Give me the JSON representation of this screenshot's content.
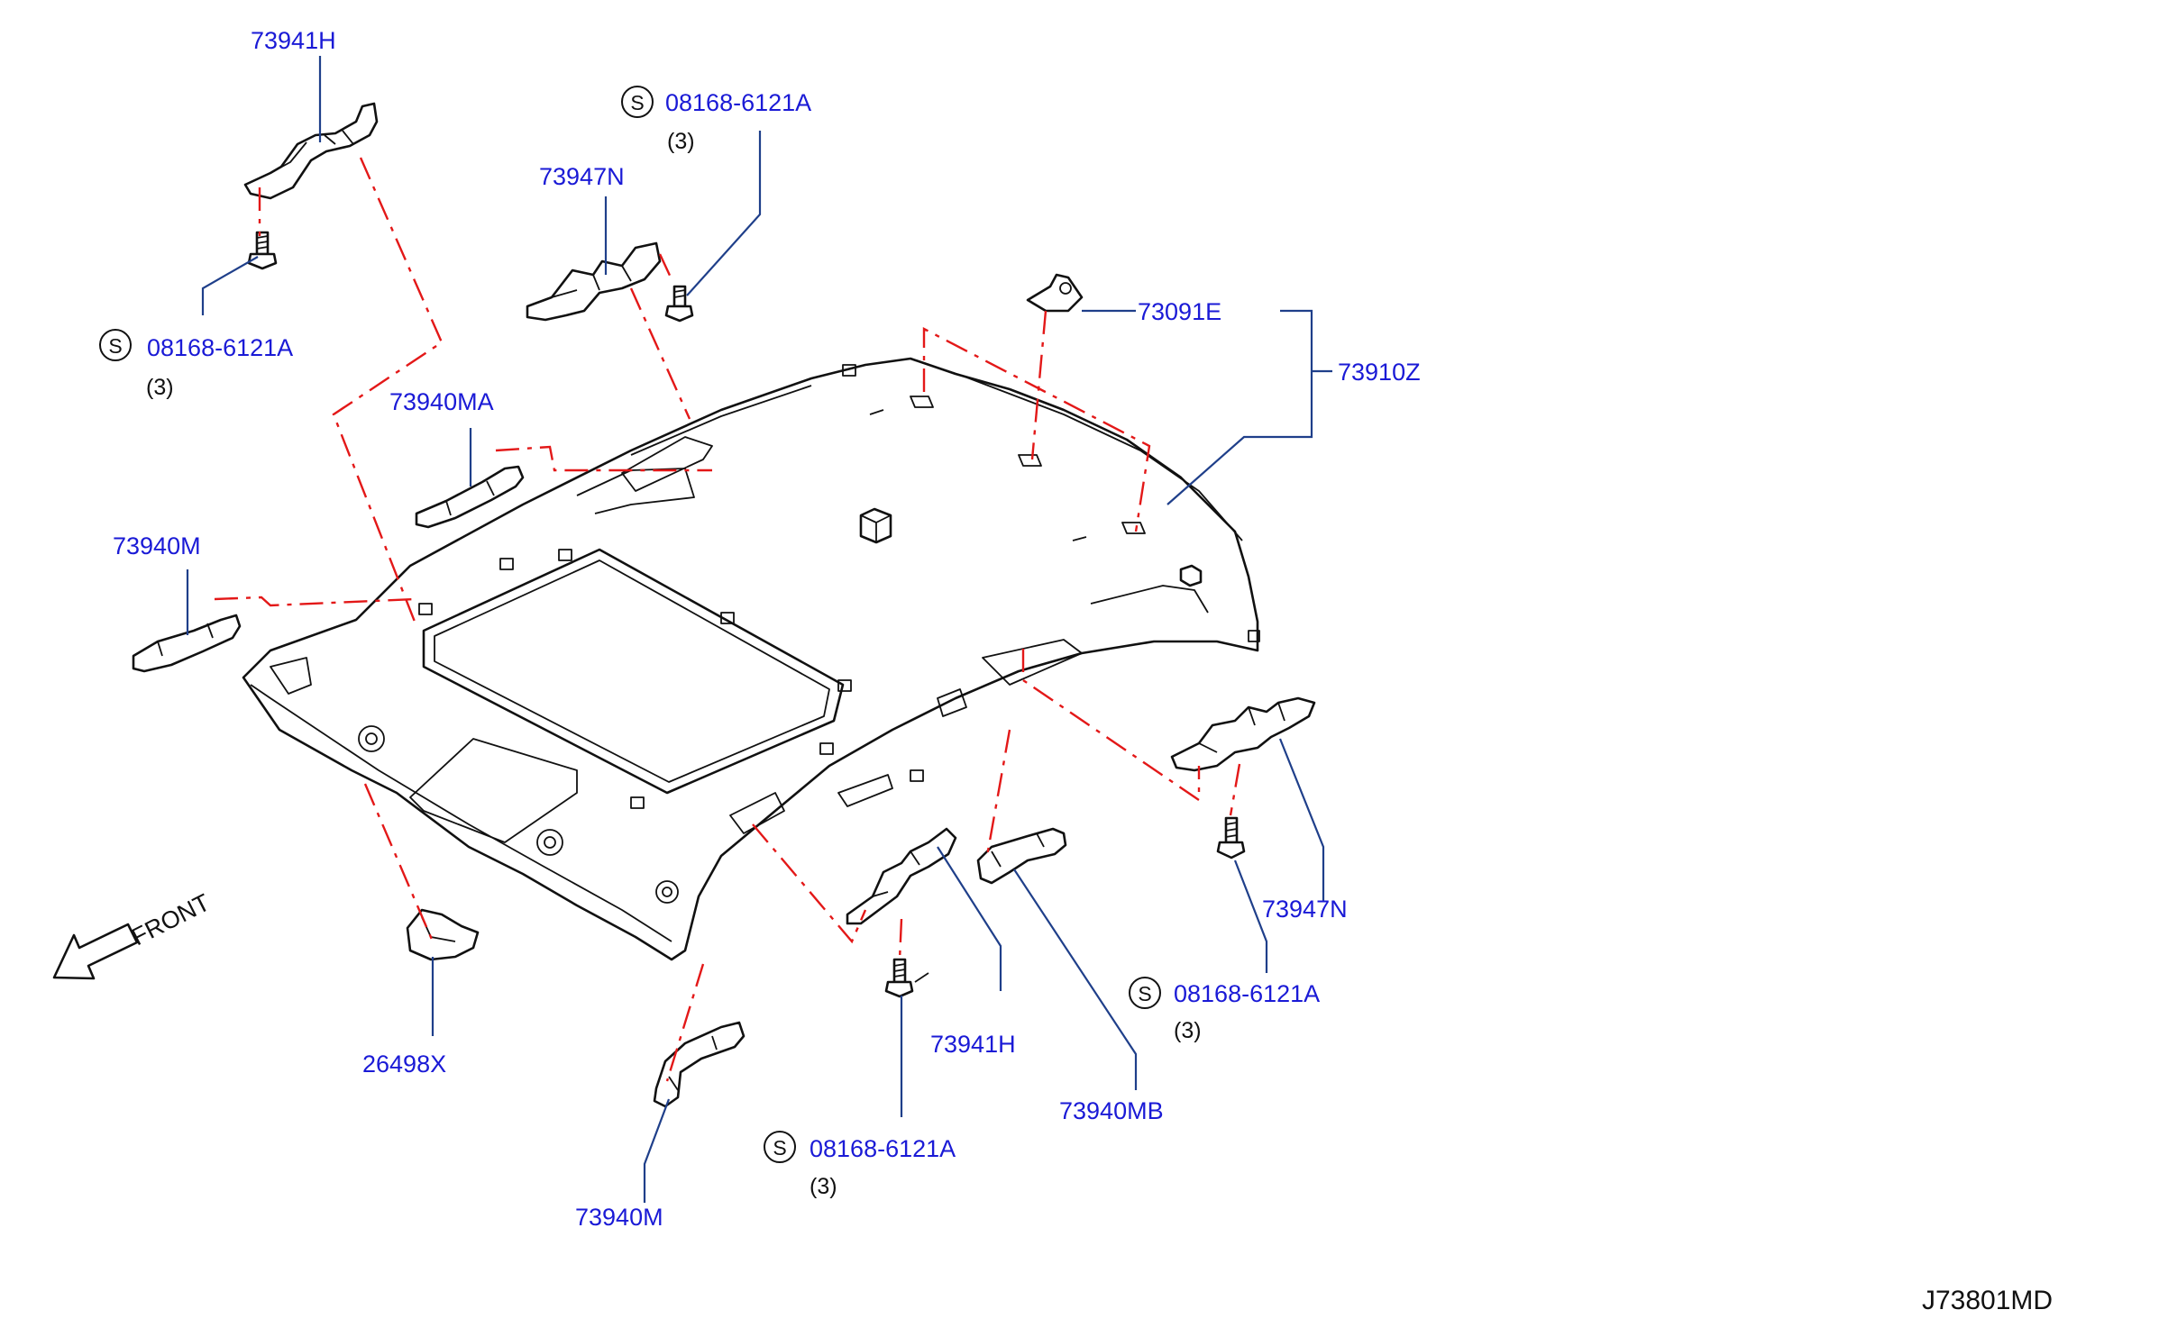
{
  "diagram_code": "J73801MD",
  "direction_label": "FRONT",
  "screw_symbol": "S",
  "callouts": {
    "bracket_front_left": "73941H",
    "bracket_front_right": "73941H",
    "bracket_rear_left": "73947N",
    "bracket_rear_right": "73947N",
    "headlining": "73910Z",
    "clip": "73091E",
    "grip_upper_left": "73940MA",
    "grip_left": "73940M",
    "grip_bottom": "73940M",
    "grip_right": "73940MB",
    "lamp_bracket": "26498X"
  },
  "screws": [
    {
      "part": "08168-6121A",
      "qty": "(3)"
    },
    {
      "part": "08168-6121A",
      "qty": "(3)"
    },
    {
      "part": "08168-6121A",
      "qty": "(3)"
    },
    {
      "part": "08168-6121A",
      "qty": "(3)"
    }
  ],
  "colors": {
    "label_text": "#1a1ad6",
    "leader_line": "#1f3f8a",
    "dash_line": "#e31818",
    "part_outline": "#111111"
  }
}
